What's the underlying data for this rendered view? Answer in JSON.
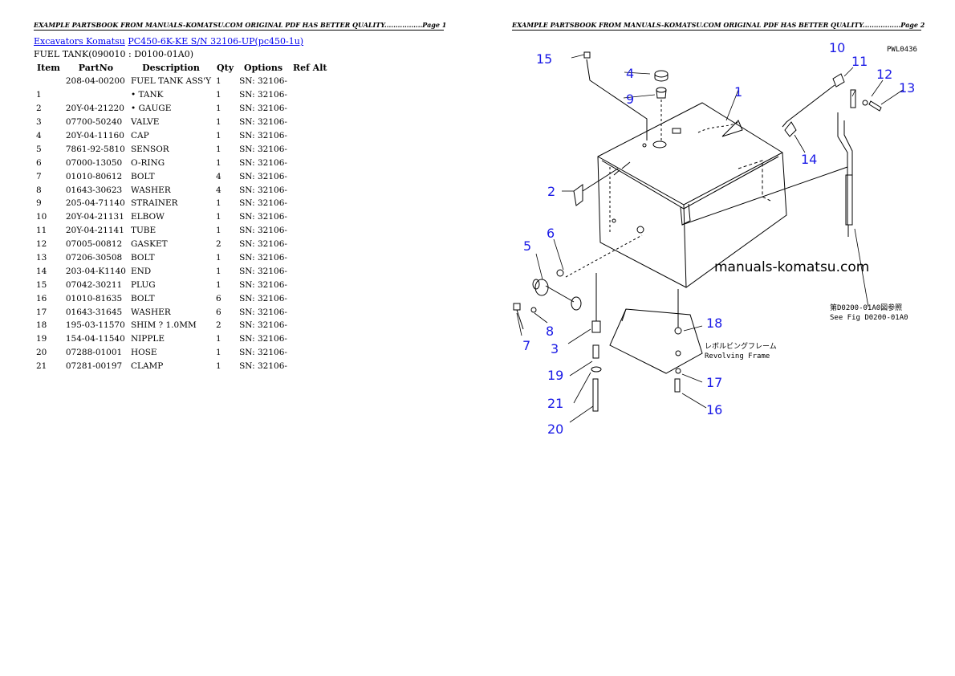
{
  "headers": {
    "page1": "EXAMPLE PARTSBOOK FROM MANUALS-KOMATSU.COM ORIGINAL PDF HAS BETTER QUALITY.................Page 1",
    "page2": "EXAMPLE PARTSBOOK FROM MANUALS-KOMATSU.COM ORIGINAL PDF HAS BETTER QUALITY.................Page 2"
  },
  "breadcrumb": {
    "link1": "Excavators Komatsu",
    "link2": "PC450-6K-KE S/N 32106-UP(pc450-1u)"
  },
  "subtitle": "FUEL TANK(090010 : D0100-01A0)",
  "table": {
    "headers": [
      "Item",
      "PartNo",
      "Description",
      "Qty",
      "Options",
      "Ref Alt"
    ],
    "rows": [
      [
        "",
        "208-04-00200",
        "FUEL TANK ASS'Y",
        "1",
        "SN: 32106-"
      ],
      [
        "1",
        "",
        "• TANK",
        "1",
        "SN: 32106-"
      ],
      [
        "2",
        "20Y-04-21220",
        "• GAUGE",
        "1",
        "SN: 32106-"
      ],
      [
        "3",
        "07700-50240",
        "VALVE",
        "1",
        "SN: 32106-"
      ],
      [
        "4",
        "20Y-04-11160",
        "CAP",
        "1",
        "SN: 32106-"
      ],
      [
        "5",
        "7861-92-5810",
        "SENSOR",
        "1",
        "SN: 32106-"
      ],
      [
        "6",
        "07000-13050",
        "O-RING",
        "1",
        "SN: 32106-"
      ],
      [
        "7",
        "01010-80612",
        "BOLT",
        "4",
        "SN: 32106-"
      ],
      [
        "8",
        "01643-30623",
        "WASHER",
        "4",
        "SN: 32106-"
      ],
      [
        "9",
        "205-04-71140",
        "STRAINER",
        "1",
        "SN: 32106-"
      ],
      [
        "10",
        "20Y-04-21131",
        "ELBOW",
        "1",
        "SN: 32106-"
      ],
      [
        "11",
        "20Y-04-21141",
        "TUBE",
        "1",
        "SN: 32106-"
      ],
      [
        "12",
        "07005-00812",
        "GASKET",
        "2",
        "SN: 32106-"
      ],
      [
        "13",
        "07206-30508",
        "BOLT",
        "1",
        "SN: 32106-"
      ],
      [
        "14",
        "203-04-K1140",
        "END",
        "1",
        "SN: 32106-"
      ],
      [
        "15",
        "07042-30211",
        "PLUG",
        "1",
        "SN: 32106-"
      ],
      [
        "16",
        "01010-81635",
        "BOLT",
        "6",
        "SN: 32106-"
      ],
      [
        "17",
        "01643-31645",
        "WASHER",
        "6",
        "SN: 32106-"
      ],
      [
        "18",
        "195-03-11570",
        "SHIM ? 1.0MM",
        "2",
        "SN: 32106-"
      ],
      [
        "19",
        "154-04-11540",
        "NIPPLE",
        "1",
        "SN: 32106-"
      ],
      [
        "20",
        "07288-01001",
        "HOSE",
        "1",
        "SN: 32106-"
      ],
      [
        "21",
        "07281-00197",
        "CLAMP",
        "1",
        "SN: 32106-"
      ]
    ]
  },
  "diagram": {
    "code": "PWL0436",
    "watermark": "manuals-komatsu.com",
    "see_fig_jp": "第D0200-01A0図参照",
    "see_fig_en": "See Fig D0200-01A0",
    "frame_jp": "レボルビングフレーム",
    "frame_en": "Revolving Frame",
    "callouts": [
      "1",
      "2",
      "3",
      "4",
      "5",
      "6",
      "7",
      "8",
      "9",
      "10",
      "11",
      "12",
      "13",
      "14",
      "15",
      "16",
      "17",
      "18",
      "19",
      "20",
      "21"
    ],
    "accent_color": "#1a1ae6"
  }
}
